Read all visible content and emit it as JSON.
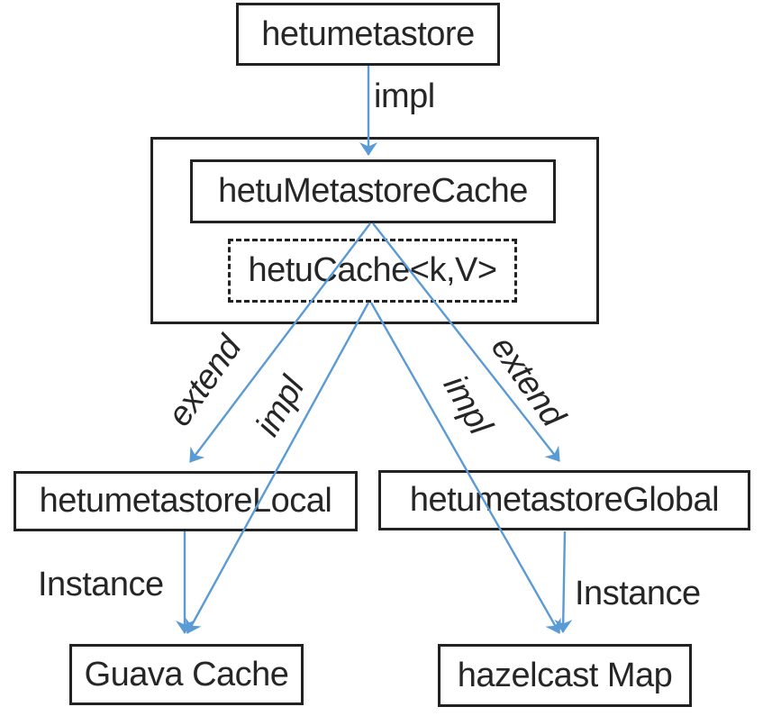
{
  "diagram": {
    "nodes": {
      "hetumetastore": {
        "label": "hetumetastore"
      },
      "hetuMetastoreCache": {
        "label": "hetuMetastoreCache"
      },
      "hetuCache": {
        "label": "hetuCache<k,V>"
      },
      "hetumetastoreLocal": {
        "label": "hetumetastoreLocal"
      },
      "hetumetastoreGlobal": {
        "label": "hetumetastoreGlobal"
      },
      "guavaCache": {
        "label": "Guava Cache"
      },
      "hazelcastMap": {
        "label": "hazelcast Map"
      }
    },
    "edges": [
      {
        "from": "hetumetastore",
        "to": "hetuMetastoreCache",
        "label": "impl"
      },
      {
        "from": "hetuMetastoreCache",
        "to": "hetumetastoreLocal",
        "label": "extend"
      },
      {
        "from": "hetuMetastoreCache",
        "to": "hetumetastoreGlobal",
        "label": "extend"
      },
      {
        "from": "hetuCache",
        "to": "guavaCache",
        "label": "impl"
      },
      {
        "from": "hetuCache",
        "to": "hazelcastMap",
        "label": "impl"
      },
      {
        "from": "hetumetastoreLocal",
        "to": "guavaCache",
        "label": "Instance"
      },
      {
        "from": "hetumetastoreGlobal",
        "to": "hazelcastMap",
        "label": "Instance"
      }
    ],
    "colors": {
      "arrow": "#5b9bd5",
      "border": "#222222",
      "text": "#262626"
    }
  }
}
